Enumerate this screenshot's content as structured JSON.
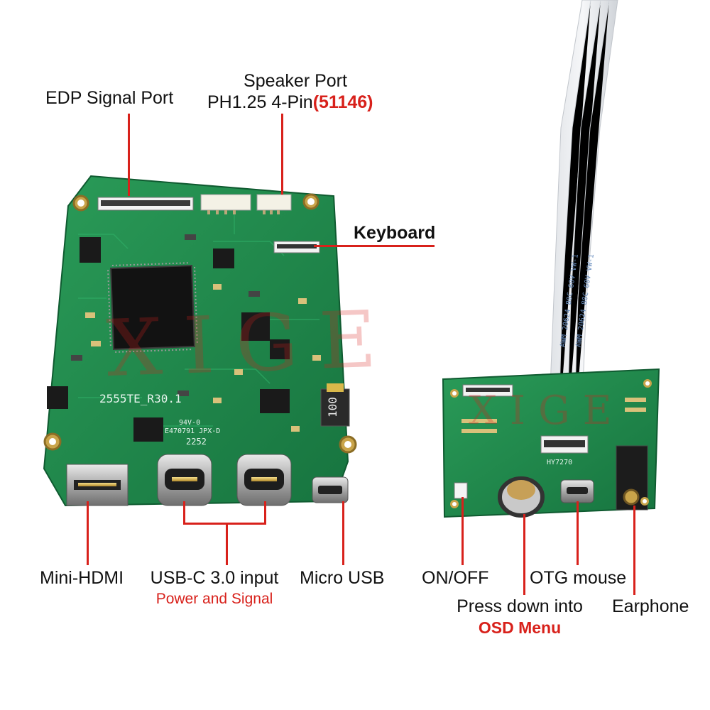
{
  "labels": {
    "edp_signal_port": "EDP Signal Port",
    "speaker_port_title": "Speaker Port",
    "speaker_port_spec": "PH1.25 4-Pin",
    "speaker_port_code": "(51146)",
    "keyboard": "Keyboard",
    "mini_hdmi": "Mini-HDMI",
    "usbc_input": "USB-C 3.0 input",
    "usbc_sub": "Power and Signal",
    "micro_usb": "Micro USB",
    "on_off": "ON/OFF",
    "otg_mouse": "OTG mouse",
    "press_down": "Press down into",
    "osd_menu": "OSD Menu",
    "earphone": "Earphone"
  },
  "board_markings": {
    "model": "2555TE_R30.1",
    "inductor": "100",
    "code1": "94V-0",
    "code2": "E470791 JPX-D",
    "code3": "2252",
    "cable_text1": "AWM 20624 80C 60V VW-1",
    "cable_text2": "AWM 20624 80C 60V VW-1",
    "sub_board": "HY7270"
  },
  "watermark": "XIGE",
  "colors": {
    "pcb_green": "#1f8a4c",
    "pcb_dark": "#156b39",
    "callout_red": "#d8211b",
    "text_black": "#111111"
  }
}
